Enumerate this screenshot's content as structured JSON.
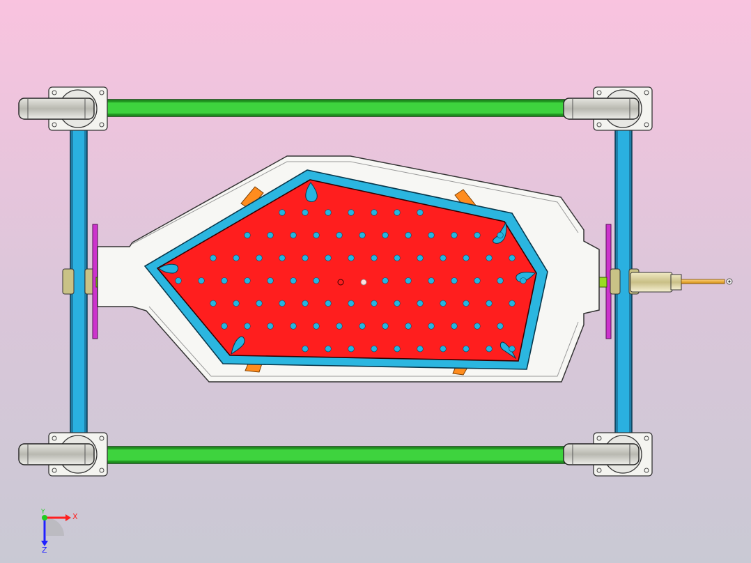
{
  "axis_triad": {
    "x_label": "X",
    "y_label": "Y",
    "z_label": "Z"
  },
  "colors": {
    "background_top": "#f9c3df",
    "background_bottom": "#c9c9d4",
    "frame_rail": "#33cc33",
    "frame_post": "#28a8d8",
    "tray_border": "#2bb6e0",
    "mesh_plate": "#ff1e1e",
    "holes": "#25b5e0",
    "bracket": "#ff8c1e",
    "flange": "#cc33cc",
    "shaft": "#99dd22",
    "axis_x": "#ff2020",
    "axis_y": "#20cc20",
    "axis_z": "#2020ff"
  }
}
